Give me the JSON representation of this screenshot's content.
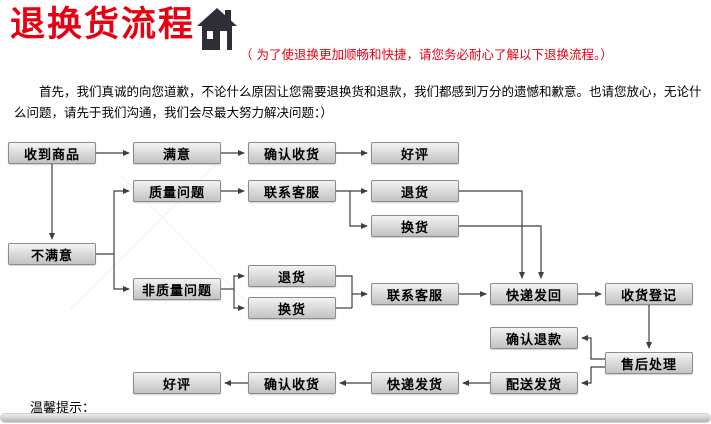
{
  "header": {
    "title": "退换货流程",
    "subtitle": "（ 为了使退换更加顺畅和快捷，请您务必耐心了解以下退换流程。）",
    "icon": "house-icon",
    "title_color": "#e60012"
  },
  "intro": {
    "text": "首先，我们真诚的向您道歉，不论什么原因让您需要退换货和退款，我们都感到万分的遗憾和歉意。也请您放心，无论什么问题，请先于我们沟通，我们会尽最大努力解决问题：）"
  },
  "flow": {
    "nodes": {
      "received": "收到商品",
      "satisfied": "满意",
      "confirm_receipt_top": "确认收货",
      "good_review_top": "好评",
      "quality_issue": "质量问题",
      "contact_service_q": "联系客服",
      "return_q": "退货",
      "exchange_q": "换货",
      "unsatisfied": "不满意",
      "non_quality_issue": "非质量问题",
      "return_nq": "退货",
      "exchange_nq": "换货",
      "contact_service_nq": "联系客服",
      "courier_return": "快递发回",
      "receipt_register": "收货登记",
      "confirm_refund": "确认退款",
      "after_sale": "售后处理",
      "good_review_bottom": "好评",
      "confirm_receipt_bottom": "确认收货",
      "courier_ship": "快递发货",
      "dispatch_ship": "配送发货"
    }
  },
  "footer": {
    "tip": "温馨提示："
  },
  "colors": {
    "title_red": "#e60012",
    "box_border": "#8c8c8c",
    "connector_line": "#3f3f3f"
  }
}
